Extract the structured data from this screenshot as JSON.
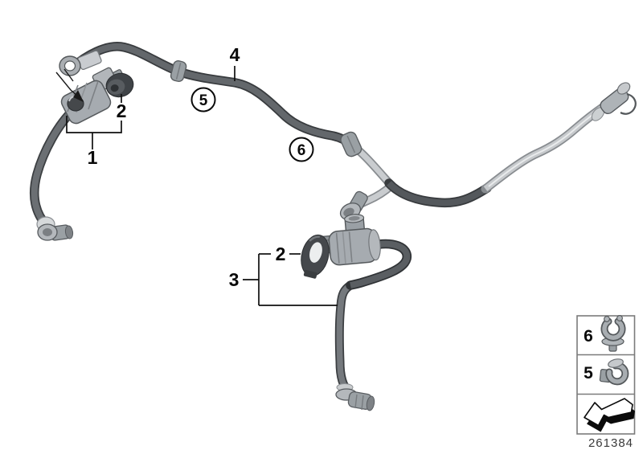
{
  "diagram": {
    "type": "exploded-parts-diagram",
    "part_number": "261384",
    "callouts": {
      "item_1": "1",
      "item_2_upper": "2",
      "item_2_middle": "2",
      "item_3": "3",
      "item_4": "4",
      "item_5_circled": "5",
      "item_6_circled": "6"
    },
    "legend": {
      "rows": [
        {
          "number": "6",
          "icon": "tube-clip-icon"
        },
        {
          "number": "5",
          "icon": "holder-clip-icon"
        }
      ],
      "arrow_icon": "direction-arrow-icon"
    },
    "colors": {
      "background": "#ffffff",
      "hose_dark_core": "#63676b",
      "hose_dark_outline": "#383b3e",
      "hose_light_core": "#c9cccf",
      "hose_light_outline": "#888c90",
      "component_gray": "#a6abb0",
      "grommet_dark": "#3f4347",
      "label_color": "#0a0a0a",
      "legend_border": "#7b7b7b",
      "part_number_text": "#3a3a3a"
    }
  }
}
